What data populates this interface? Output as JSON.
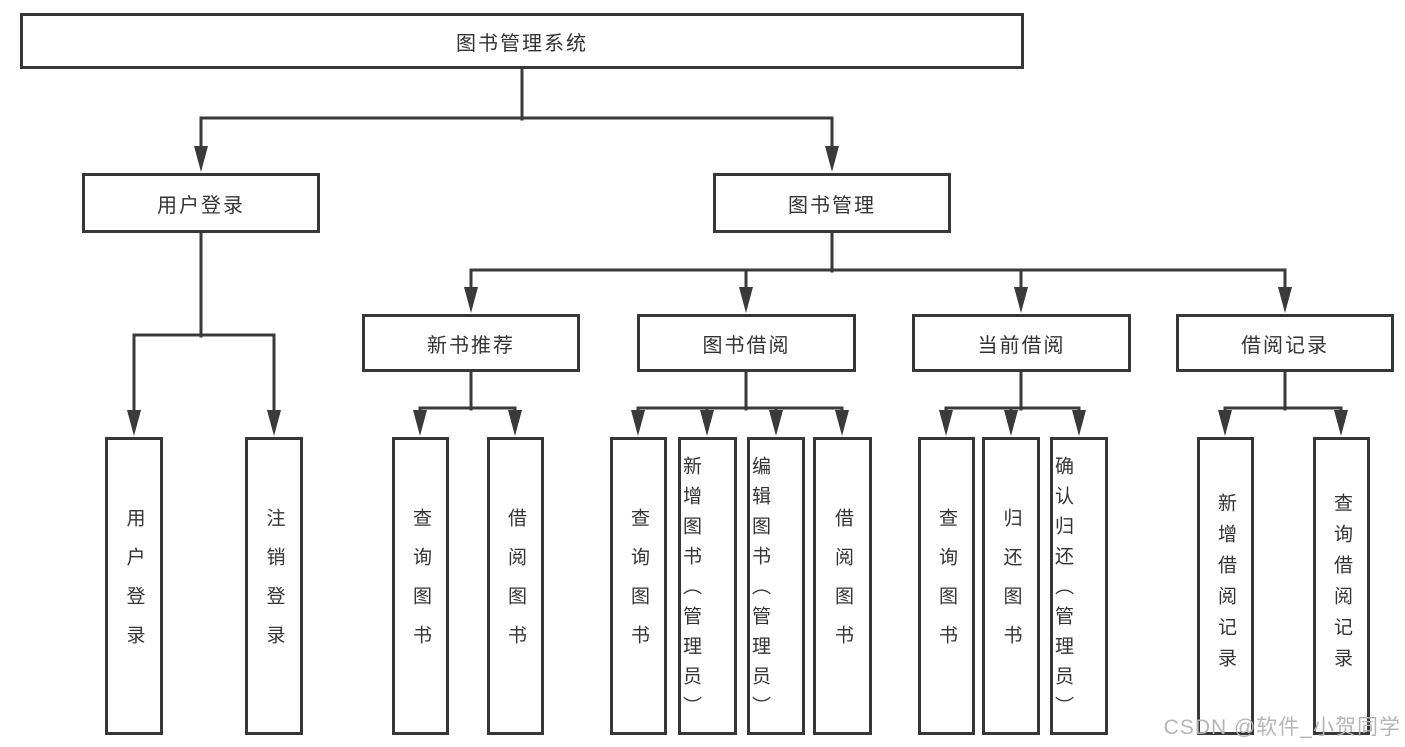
{
  "tree": {
    "root": {
      "label": "图书管理系统",
      "children": [
        {
          "label": "用户登录",
          "children": [
            {
              "label": "用户登录"
            },
            {
              "label": "注销登录"
            }
          ]
        },
        {
          "label": "图书管理",
          "children": [
            {
              "label": "新书推荐",
              "children": [
                {
                  "label": "查询图书"
                },
                {
                  "label": "借阅图书"
                }
              ]
            },
            {
              "label": "图书借阅",
              "children": [
                {
                  "label": "查询图书"
                },
                {
                  "label": "新增图书（管理员）"
                },
                {
                  "label": "编辑图书（管理员）"
                },
                {
                  "label": "借阅图书"
                }
              ]
            },
            {
              "label": "当前借阅",
              "children": [
                {
                  "label": "查询图书"
                },
                {
                  "label": "归还图书"
                },
                {
                  "label": "确认归还（管理员）"
                }
              ]
            },
            {
              "label": "借阅记录",
              "children": [
                {
                  "label": "新增借阅记录"
                },
                {
                  "label": "查询借阅记录"
                }
              ]
            }
          ]
        }
      ]
    }
  },
  "watermark": {
    "text": "CSDN @软件_小贺同学"
  },
  "colors": {
    "line": "#3a3a3a",
    "box_border": "#373737",
    "box_fill": "#ffffff",
    "text": "#333333",
    "watermark": "#b5b5b5",
    "background": "#ffffff"
  }
}
